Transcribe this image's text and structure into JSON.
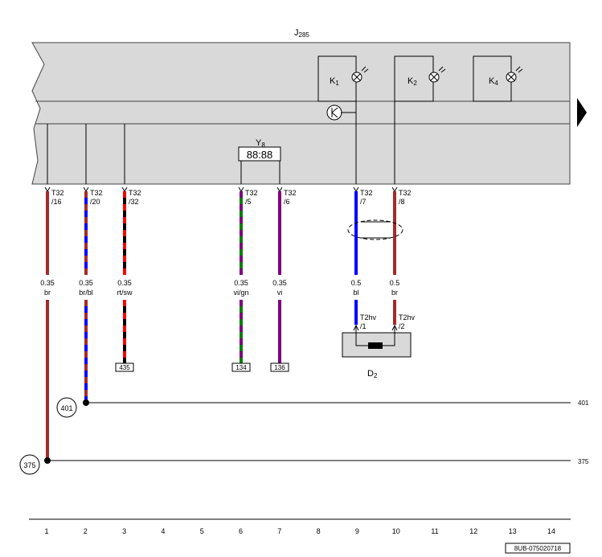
{
  "unit": {
    "name": "J",
    "sub": "285"
  },
  "indicators": [
    {
      "name": "K",
      "sub": "1"
    },
    {
      "name": "K",
      "sub": "2"
    },
    {
      "name": "K",
      "sub": "4"
    }
  ],
  "display": {
    "name": "Y",
    "sub": "8",
    "digits": "88:88"
  },
  "wires": [
    {
      "pin_top": "T32",
      "pin_bottom": "/16",
      "size": "0.35",
      "color": "br"
    },
    {
      "pin_top": "T32",
      "pin_bottom": "/20",
      "size": "0.35",
      "color": "br/bl"
    },
    {
      "pin_top": "T32",
      "pin_bottom": "/32",
      "size": "0.35",
      "color": "rt/sw",
      "ref": "435"
    },
    {
      "pin_top": "T32",
      "pin_bottom": "/5",
      "size": "0.35",
      "color": "vi/gn",
      "ref": "134"
    },
    {
      "pin_top": "T32",
      "pin_bottom": "/6",
      "size": "0.35",
      "color": "vi",
      "ref": "136"
    },
    {
      "pin_top": "T32",
      "pin_bottom": "/7",
      "size": "0.5",
      "color": "bl",
      "conn_top": "T2hv",
      "conn_bottom": "/1"
    },
    {
      "pin_top": "T32",
      "pin_bottom": "/8",
      "size": "0.5",
      "color": "br",
      "conn_top": "T2hv",
      "conn_bottom": "/2"
    }
  ],
  "sensor": {
    "name": "D",
    "sub": "2"
  },
  "ground_points": [
    {
      "label": "401",
      "right_label": "401"
    },
    {
      "label": "375",
      "right_label": "375"
    }
  ],
  "columns": [
    "1",
    "2",
    "3",
    "4",
    "5",
    "6",
    "7",
    "8",
    "9",
    "10",
    "11",
    "12",
    "13",
    "14"
  ],
  "doc_id": "8UB-075020718",
  "colors": {
    "br": "#a52a2a",
    "bl": "#0000ff",
    "rt": "#ff0000",
    "sw": "#000000",
    "vi": "#800080",
    "gn": "#008000",
    "panel": "#d9d9d9"
  }
}
